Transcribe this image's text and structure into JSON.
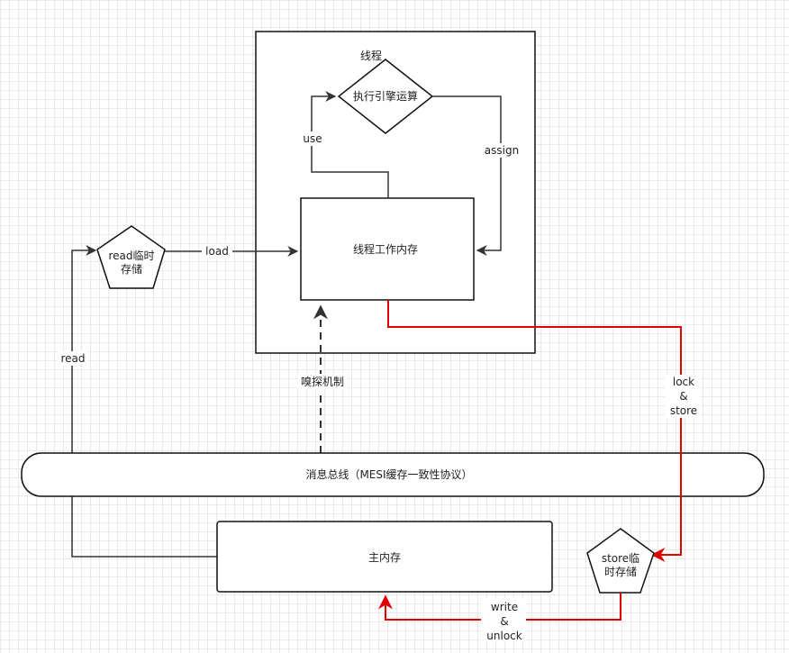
{
  "nodes": {
    "thread_label": "线程",
    "exec_engine": "执行引擎运算",
    "thread_memory": "线程工作内存",
    "read_temp_line1": "read临时",
    "read_temp_line2": "存储",
    "store_temp_line1": "store临",
    "store_temp_line2": "时存储",
    "bus": "消息总线（MESI缓存一致性协议）",
    "main_memory": "主内存"
  },
  "edges": {
    "use": "use",
    "assign": "assign",
    "load": "load",
    "read": "read",
    "sniff": "嗅探机制",
    "lock": "lock",
    "lock_amp": "&",
    "store": "store",
    "write": "write",
    "write_amp": "&",
    "unlock": "unlock"
  },
  "colors": {
    "line": "#333333",
    "accent": "#e00000"
  }
}
